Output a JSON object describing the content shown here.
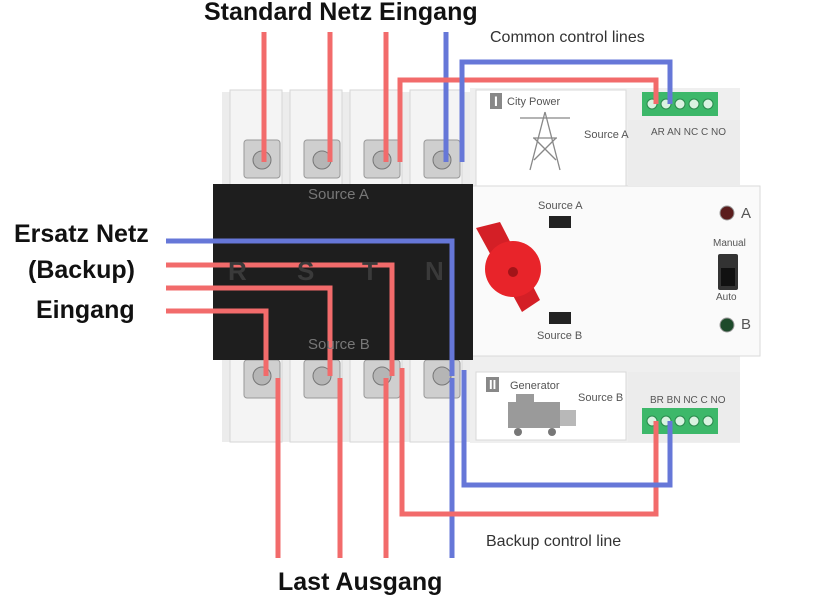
{
  "labels": {
    "standard_input": "Standard Netz Eingang",
    "common_control": "Common control lines",
    "backup_line1": "Ersatz Netz",
    "backup_line2": "(Backup)",
    "backup_line3": "Eingang",
    "backup_control": "Backup control line",
    "load_output": "Last Ausgang"
  },
  "device": {
    "module_top_numeral": "I",
    "module_top_name": "City Power",
    "module_top_source": "Source A",
    "module_bottom_numeral": "II",
    "module_bottom_name": "Generator",
    "module_bottom_source": "Source B",
    "black_top": "Source A",
    "black_bottom": "Source B",
    "phases": [
      "R",
      "S",
      "T",
      "N"
    ],
    "switch_source_a": "Source A",
    "switch_source_b": "Source B",
    "indicator_a": "A",
    "indicator_b": "B",
    "mode_manual": "Manual",
    "mode_auto": "Auto",
    "terminal_top": "AR AN NC C NO",
    "terminal_bottom": "BR BN NC C NO"
  },
  "colors": {
    "phase_wire": "#f26b6b",
    "neutral_wire": "#6677d8",
    "knob": "#e8242a",
    "terminal_block": "#3db86a",
    "body": "#1e1e1e"
  }
}
